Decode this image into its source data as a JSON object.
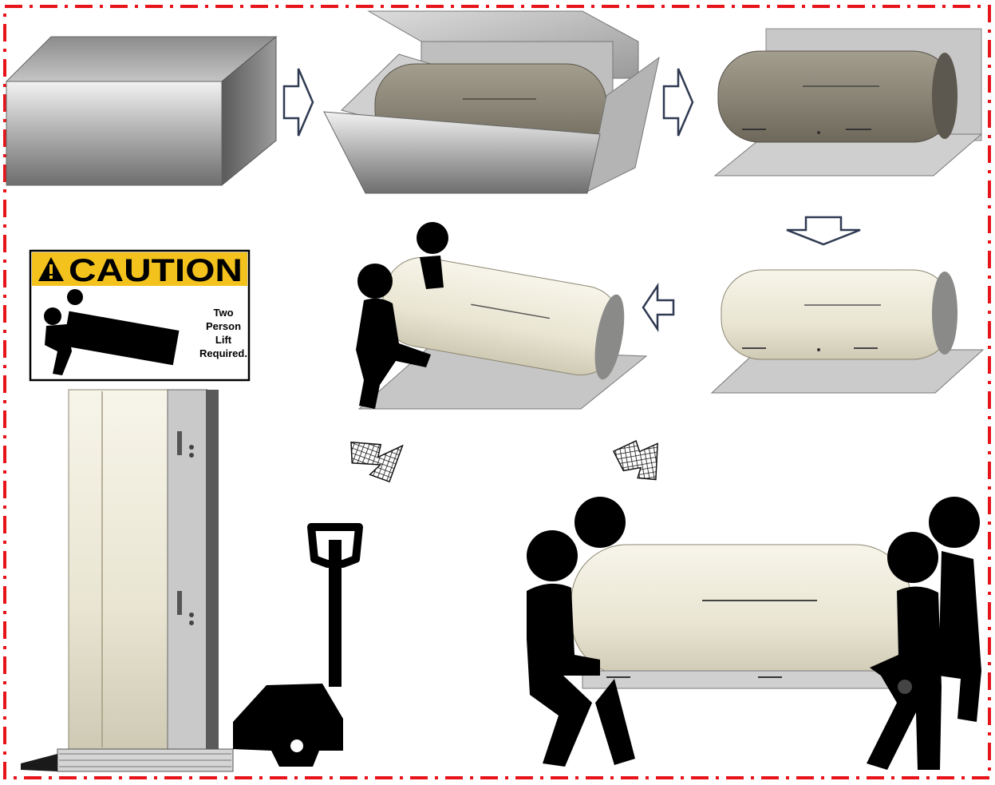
{
  "caution_label": {
    "title": "CAUTION",
    "lines": [
      "Two",
      "Person",
      "Lift",
      "Required."
    ]
  },
  "colors": {
    "border": "#e8141b",
    "caution_yellow": "#f4c21c",
    "carton_gray": "#9a9a9a",
    "unit_cream": "#ebe7d5",
    "unit_tan": "#8a8576",
    "silhouette": "#000000"
  },
  "steps": [
    {
      "name": "closed-carton"
    },
    {
      "name": "opened-carton"
    },
    {
      "name": "unit-on-carton-base"
    },
    {
      "name": "unit-unwrapped"
    },
    {
      "name": "unit-tilted-by-two-people"
    },
    {
      "name": "unit-on-pallet-jack"
    },
    {
      "name": "unit-carried-by-four-people"
    }
  ],
  "icons": [
    "outline-arrow-icon",
    "hatched-arrow-icon",
    "warning-triangle-icon",
    "pallet-jack-icon",
    "person-silhouette-icon"
  ]
}
